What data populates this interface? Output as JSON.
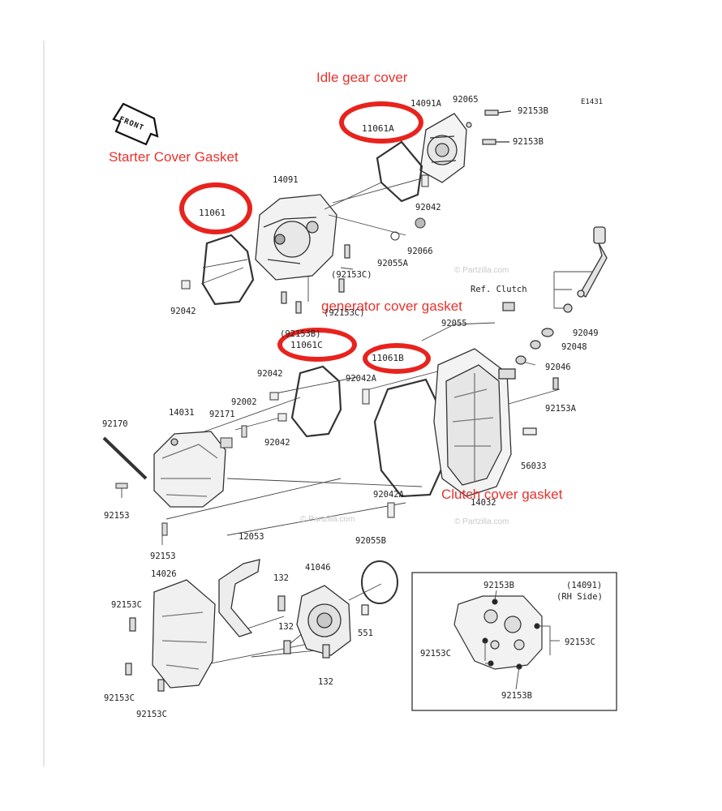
{
  "diagram": {
    "ref_code": "E1431",
    "front_label": "FRONT",
    "watermark": "© Partzilla.com",
    "inset": {
      "title": "(14091)",
      "subtitle": "(RH Side)"
    }
  },
  "annotations": {
    "idle_gear_cover": "Idle gear cover",
    "starter_cover_gasket": "Starter Cover Gasket",
    "generator_cover_gasket": "generator cover gasket",
    "clutch_cover_gasket": "Clutch cover gasket"
  },
  "colors": {
    "annotation": "#e8322d",
    "ring": "#e8231e",
    "line": "#333333"
  },
  "parts": {
    "p14091A": "14091A",
    "p92065": "92065",
    "p92153B_a": "92153B",
    "p11061A": "11061A",
    "p92153B_b": "92153B",
    "p14091": "14091",
    "p92042_a": "92042",
    "p11061": "11061",
    "p92066": "92066",
    "p92055A": "92055A",
    "p92153C_a": "(92153C)",
    "p92042_b": "92042",
    "p92153C_b": "(92153C)",
    "p92153B_c": "(92153B)",
    "p11061C": "11061C",
    "p_ref_clutch": "Ref. Clutch",
    "p92055": "92055",
    "p92049": "92049",
    "p92048": "92048",
    "p92046": "92046",
    "p11061B": "11061B",
    "p92042_c": "92042",
    "p92042A_a": "92042A",
    "p92153A": "92153A",
    "p92002": "92002",
    "p14031": "14031",
    "p92171": "92171",
    "p92170": "92170",
    "p92042_d": "92042",
    "p56033": "56033",
    "p92042A_b": "92042A",
    "p14032": "14032",
    "p92153_a": "92153",
    "p92153_b": "92153",
    "p12053": "12053",
    "p92055B": "92055B",
    "p14026": "14026",
    "p41046": "41046",
    "p132_a": "132",
    "p92153C_c": "92153C",
    "p132_b": "132",
    "p551": "551",
    "p132_c": "132",
    "p92153C_d": "92153C",
    "p92153C_e": "92153C",
    "p92153B_in1": "92153B",
    "p92153C_in1": "92153C",
    "p92153C_in2": "92153C",
    "p92153B_in2": "92153B"
  }
}
